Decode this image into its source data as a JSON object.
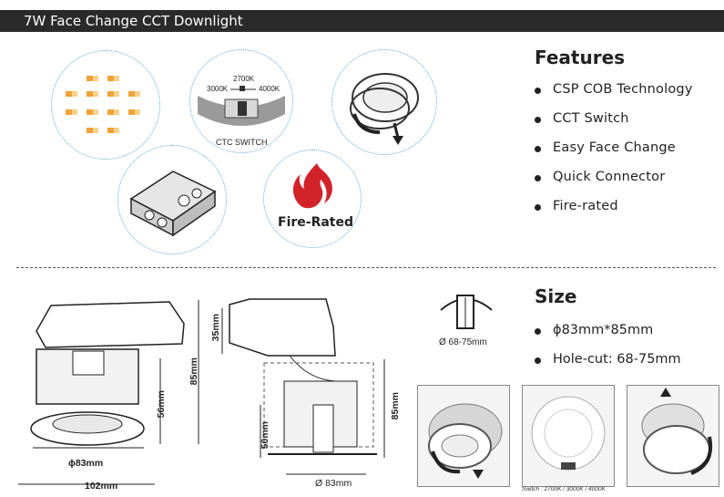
{
  "header": {
    "title": "7W Face Change CCT Downlight"
  },
  "features": {
    "title": "Features",
    "items": [
      "CSP COB  Technology",
      "CCT Switch",
      "Easy Face Change",
      "Quick Connector",
      "Fire-rated"
    ]
  },
  "icons": {
    "switch_caption": "CTC SWITCH",
    "switch_top": "2700K",
    "switch_left": "3000K",
    "switch_right": "4000K",
    "fire_label": "Fire-Rated",
    "fire_color": "#d3232a"
  },
  "size": {
    "title": "Size",
    "items": [
      "ϕ83mm*85mm",
      "Hole-cut: 68-75mm"
    ],
    "holecut_label": "Ø 68-75mm"
  },
  "dimensions": {
    "width_83": "ϕ83mm",
    "width_102": "102mm",
    "height_56": "56mm",
    "height_85": "85mm",
    "side_35": "35mm",
    "side_50": "50mm",
    "side_85": "85mm",
    "side_width": "Ø 83mm"
  },
  "switch_note": "Switch : 2700K / 3000K / 4000K"
}
